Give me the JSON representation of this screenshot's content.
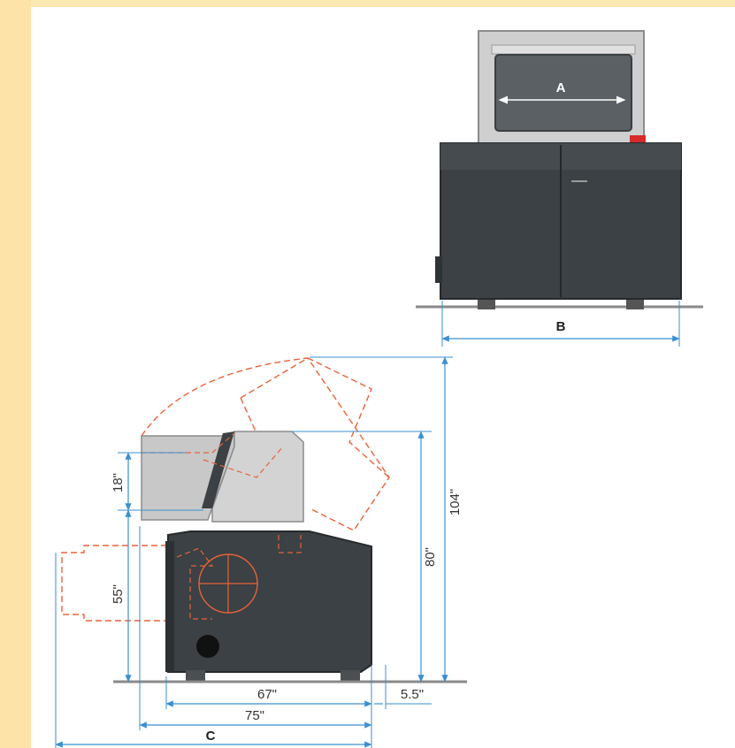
{
  "theme": {
    "background": "#fde7b2",
    "paper": "#ffffff",
    "machine_body": "#3b4144",
    "machine_shadow": "#2a2f31",
    "hopper": "#c8c8c8",
    "dimension_line": "#3a8fd0",
    "phantom_line": "#e8623a",
    "floor": "#888888",
    "button_red": "#d62a2a"
  },
  "front_view": {
    "label_a": "A",
    "label_b": "B"
  },
  "side_view": {
    "dim_hopper_height": "18\"",
    "dim_body_height": "55\"",
    "dim_overall_height": "80\"",
    "dim_open_height": "104\"",
    "dim_body_length": "67\"",
    "dim_offset": "5.5\"",
    "dim_total_length": "75\"",
    "label_c": "C"
  }
}
